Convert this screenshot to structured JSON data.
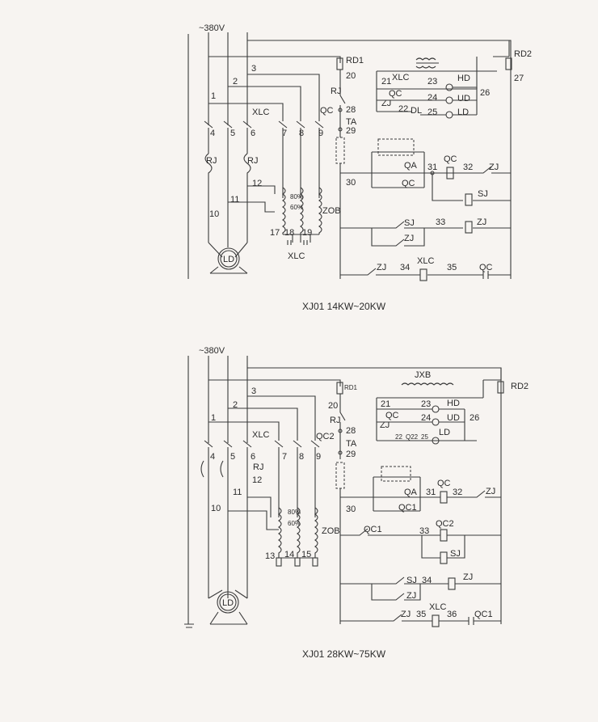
{
  "diagram1": {
    "caption": "XJ01 14KW~20KW",
    "supply": "~380V",
    "labels": {
      "n1": "1",
      "n2": "2",
      "n3": "3",
      "n4": "4",
      "n5": "5",
      "n6": "6",
      "n7": "7",
      "n8": "8",
      "n9": "9",
      "n10": "10",
      "n11": "11",
      "n12": "12",
      "n17": "17",
      "n18": "18",
      "n19": "19",
      "n20": "20",
      "n21": "21",
      "n22": "22",
      "n23": "23",
      "n24": "24",
      "n25": "25",
      "n26": "26",
      "n27": "27",
      "n28": "28",
      "n29": "29",
      "n30": "30",
      "n31": "31",
      "n32": "32",
      "n33": "33",
      "n34": "34",
      "n35": "35",
      "rd1": "RD1",
      "rd2": "RD2",
      "rj_top": "RJ",
      "rj_left": "RJ",
      "rj_right": "RJ",
      "xlc_top": "XLC",
      "xlc_bottom": "XLC",
      "xlc_lamp": "XLC",
      "xlc_coil": "XLC",
      "qc_top": "QC",
      "qc_lamp": "QC",
      "qc_coil": "QC",
      "qc_aux1": "QC",
      "qc_aux2": "QC",
      "ta": "TA",
      "zob": "ZOB",
      "p80": "80%",
      "p60": "60%",
      "hd": "HD",
      "ud": "UD",
      "ld_lamp": "LD",
      "dl": "DL",
      "zj_lamp": "ZJ",
      "qa": "QA",
      "zj1": "ZJ",
      "sj_coil": "SJ",
      "sj_contact": "SJ",
      "zj_coil": "ZJ",
      "zj_hold": "ZJ",
      "zj_contact": "ZJ",
      "ld_motor": "LD"
    }
  },
  "diagram2": {
    "caption": "XJ01 28KW~75KW",
    "supply": "~380V",
    "labels": {
      "n1": "1",
      "n2": "2",
      "n3": "3",
      "n4": "4",
      "n5": "5",
      "n6": "6",
      "n7": "7",
      "n8": "8",
      "n9": "9",
      "n10": "10",
      "n11": "11",
      "n12": "12",
      "n13": "13",
      "n14": "14",
      "n15": "15",
      "n20": "20",
      "n21": "21",
      "n22": "22",
      "n23": "23",
      "n24": "24",
      "n25": "25",
      "n26": "26",
      "n28": "28",
      "n29": "29",
      "n30": "30",
      "n31": "31",
      "n32": "32",
      "n33": "33",
      "n34": "34",
      "n35": "35",
      "n36": "36",
      "rd1": "RD1",
      "rd2": "RD2",
      "jxb": "JXB",
      "rj_top": "RJ",
      "rj_mid": "RJ",
      "xlc_top": "XLC",
      "xlc_coil": "XLC",
      "qc2_top": "QC2",
      "ta": "TA",
      "zob": "ZOB",
      "p80": "80%",
      "p60": "60%",
      "hd": "HD",
      "ud": "UD",
      "ld_lamp": "LD",
      "qc_lamp": "QC",
      "zj_lamp": "ZJ",
      "q22": "Q22",
      "qa": "QA",
      "qc1_a": "QC1",
      "qc_coil": "QC",
      "zj1": "ZJ",
      "qc1_b": "QC1",
      "qc2_coil": "QC2",
      "sj_coil": "SJ",
      "sj_contact": "SJ",
      "zj_coil": "ZJ",
      "zj_hold": "ZJ",
      "zj_contact": "ZJ",
      "qc1_c": "QC1",
      "ld_motor": "LD"
    }
  }
}
